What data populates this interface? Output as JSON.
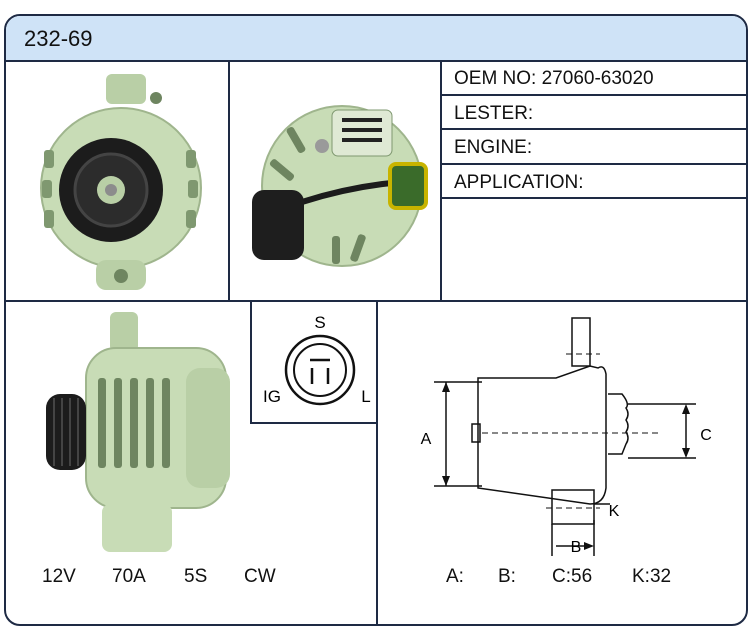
{
  "header": {
    "part_number": "232-69"
  },
  "info": {
    "oem": "OEM NO: 27060-63020",
    "lester": "LESTER:",
    "engine": "ENGINE:",
    "application": "APPLICATION:"
  },
  "specs": {
    "voltage": "12V",
    "amperage": "70A",
    "pulley": "5S",
    "rotation": "CW"
  },
  "connector": {
    "top": "S",
    "left": "IG",
    "right": "L"
  },
  "dimensions": {
    "label_a": "A",
    "label_b": "B",
    "label_c": "C",
    "label_k": "K",
    "a_value": "A:",
    "b_value": "B:",
    "c_value": "C:56",
    "k_value": "K:32"
  },
  "colors": {
    "header_bg": "#cfe3f7",
    "border": "#1e2a44",
    "alternator_body": "#c8dcb6"
  }
}
